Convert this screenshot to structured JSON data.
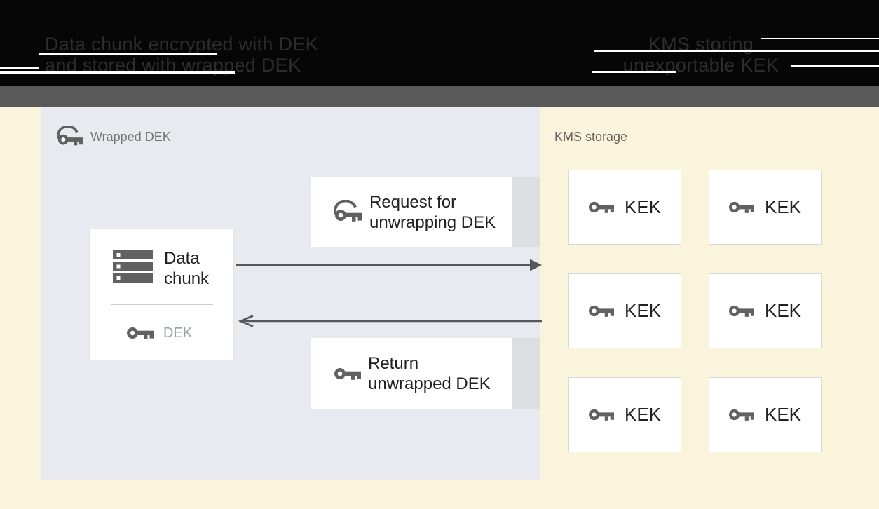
{
  "header": {
    "left_caption": {
      "line1": "Data chunk encrypted with DEK",
      "line2": "and stored with wrapped DEK"
    },
    "right_caption": {
      "line1": "KMS storing",
      "line2": "unexportable KEK"
    }
  },
  "diagram": {
    "wrapped_dek_panel": {
      "label": "Wrapped DEK",
      "data_chunk_box": {
        "title_line1": "Data",
        "title_line2": "chunk",
        "key_label": "DEK"
      },
      "request_box": {
        "line1": "Request for",
        "line2": "unwrapping DEK"
      },
      "return_box": {
        "line1": "Return",
        "line2": "unwrapped DEK"
      }
    },
    "kms_panel": {
      "label": "KMS storage",
      "kek_boxes": [
        {
          "label": "KEK"
        },
        {
          "label": "KEK"
        },
        {
          "label": "KEK"
        },
        {
          "label": "KEK"
        },
        {
          "label": "KEK"
        },
        {
          "label": "KEK"
        }
      ]
    }
  },
  "icons": {
    "wrapped_key": "key-with-wrap-arc-icon",
    "key": "key-icon",
    "data_chunk": "stacked-server-icon",
    "arrow_right": "arrow-right",
    "arrow_left": "arrow-left"
  },
  "colors": {
    "header_bg": "#060606",
    "separator_band": "#595959",
    "canvas_bg": "#FBF4DD",
    "panel_bg": "#E8EAEF",
    "shadow_strip": "#DDDEE1",
    "card_bg": "#FFFFFF",
    "card_border": "#D8D8D8",
    "icon_gray": "#616161",
    "arrow": "#54585A",
    "text_dark": "#212121",
    "text_muted": "#757575",
    "dek_text": "#9AA0A6",
    "kms_label_text": "#67635B",
    "header_text": "#2D2D2D"
  }
}
